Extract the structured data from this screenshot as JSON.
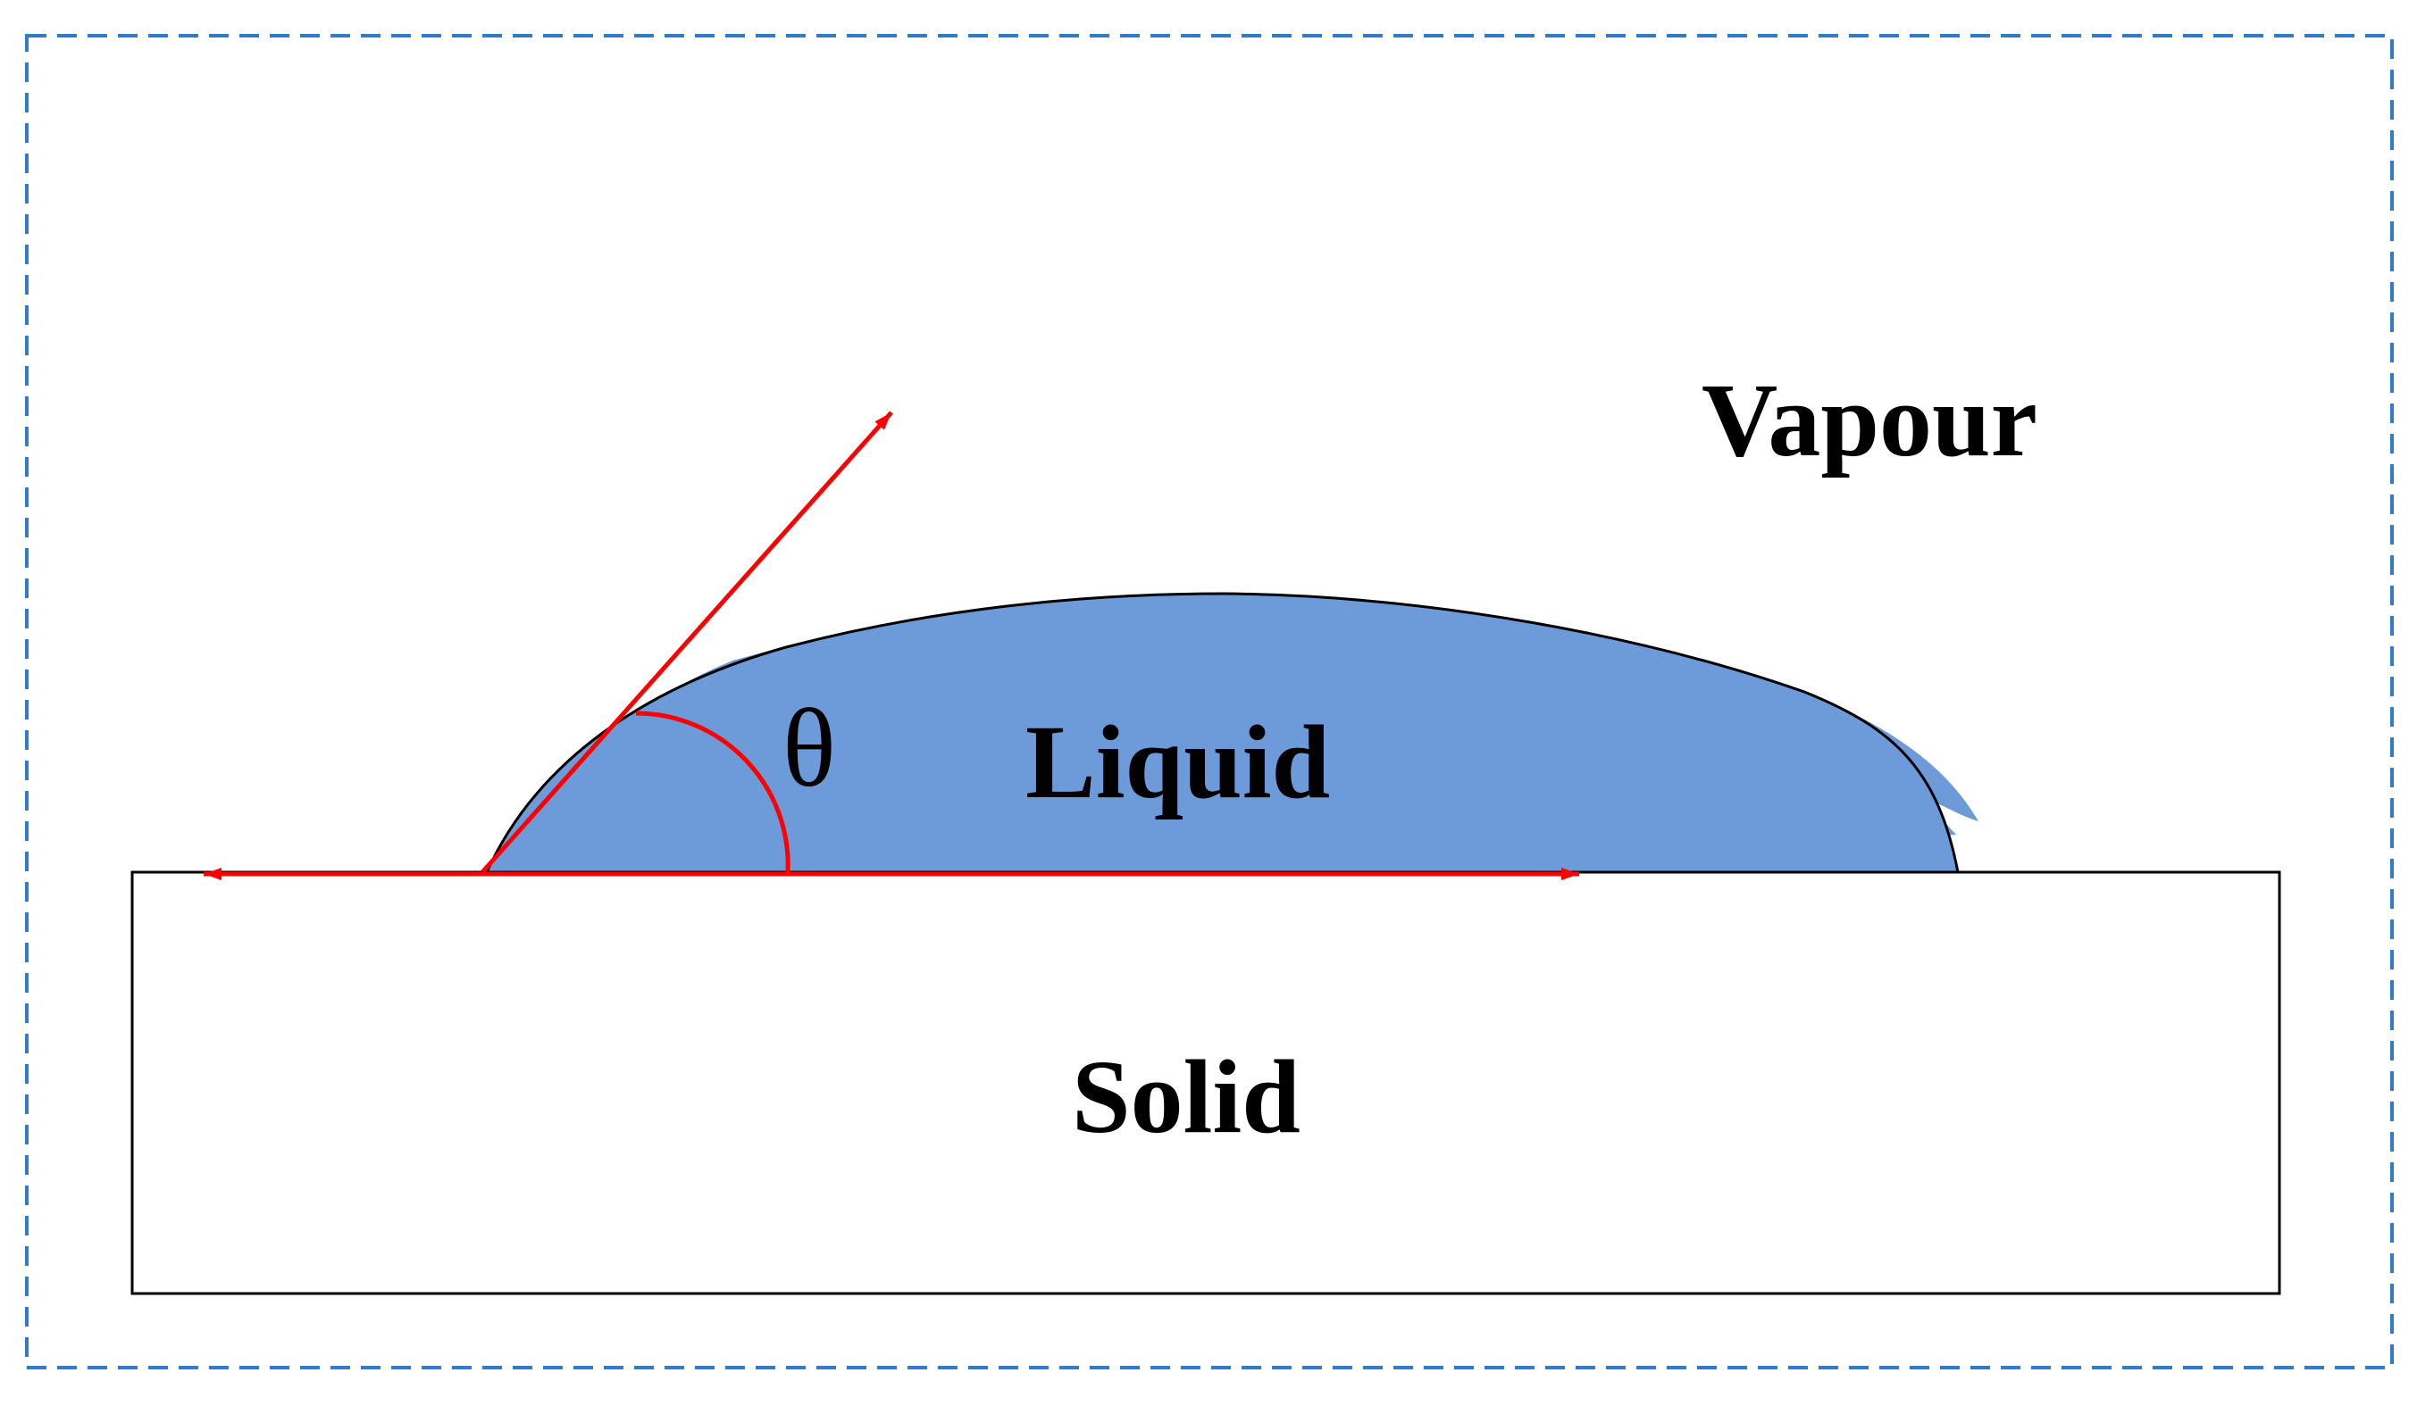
{
  "labels": {
    "vapour": "Vapour",
    "liquid": "Liquid",
    "solid": "Solid",
    "angle": "θ"
  },
  "colors": {
    "frame": "#2f7bd0",
    "liquid_fill": "#6d9bd9",
    "arrow": "#ff0000",
    "outline": "#000000",
    "solid_fill": "#ffffff"
  }
}
